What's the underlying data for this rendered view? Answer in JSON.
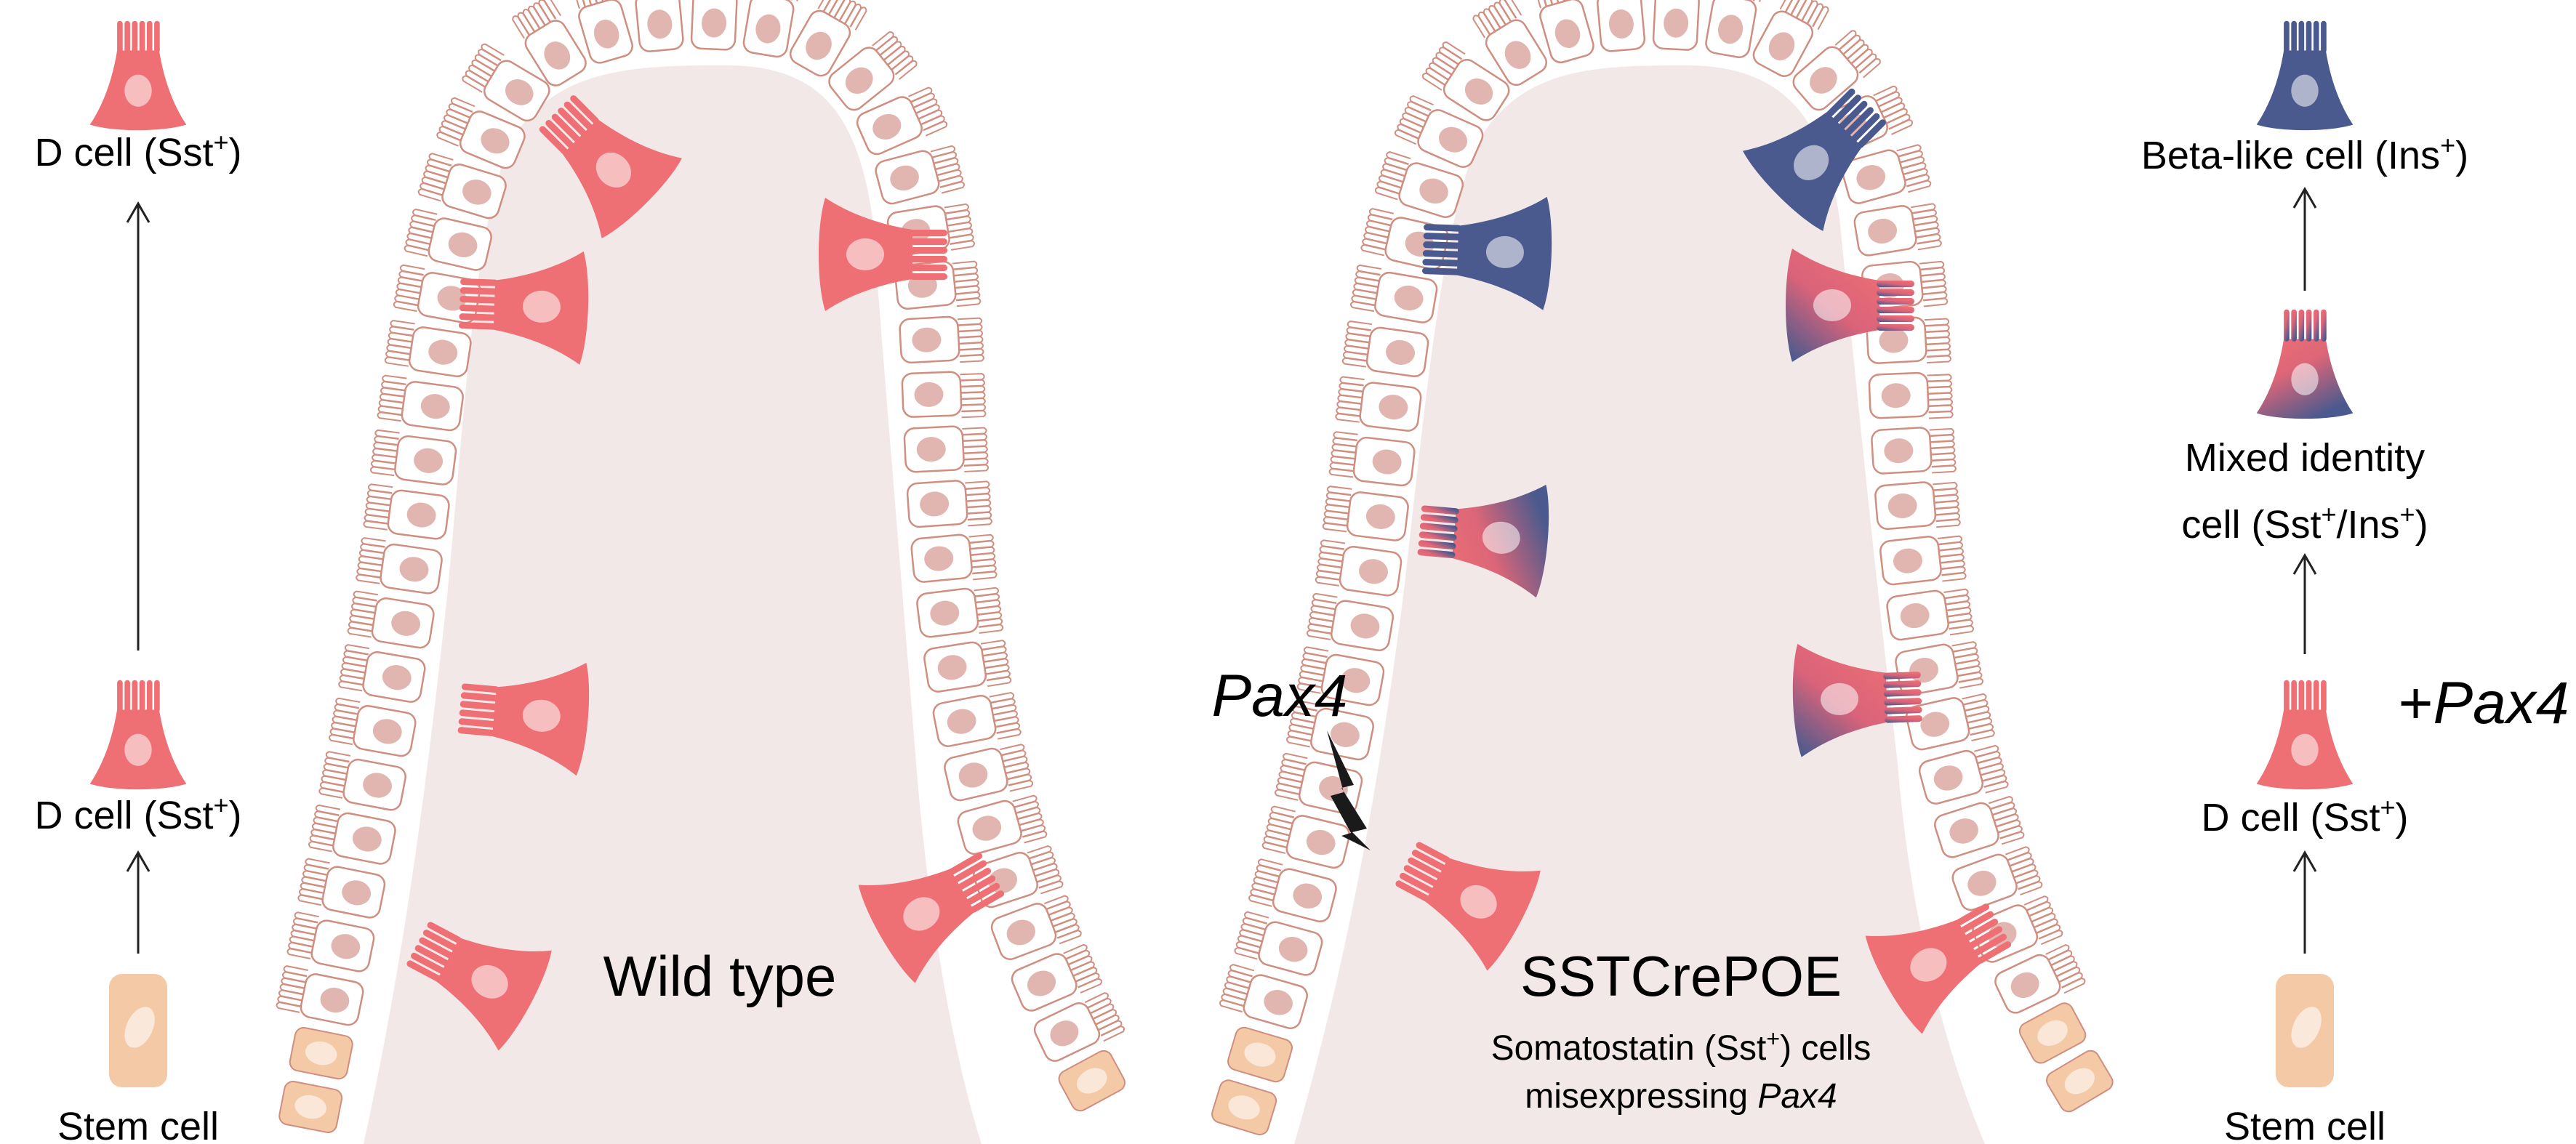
{
  "panels": {
    "wild_type": {
      "title": "Wild type",
      "lineage": {
        "top_label_main": "D cell (Sst",
        "top_label_sup": "+",
        "top_label_close": ")",
        "mid_label_main": "D cell (Sst",
        "mid_label_sup": "+",
        "mid_label_close": ")",
        "bottom_label": "Stem cell"
      }
    },
    "sstcrepoe": {
      "title": "SSTCrePOE",
      "subtitle_line1_a": "Somatostatin (Sst",
      "subtitle_line1_sup": "+",
      "subtitle_line1_b": ") cells",
      "subtitle_line2_a": "misexpressing ",
      "subtitle_line2_gene": "Pax4",
      "pax4_label": "Pax4",
      "lineage": {
        "top_label_a": "Beta-like cell (Ins",
        "top_label_sup": "+",
        "top_label_b": ")",
        "mixed_line1": "Mixed identity",
        "mixed_line2_a": "cell (Sst",
        "mixed_line2_sup1": "+",
        "mixed_line2_mid": "/Ins",
        "mixed_line2_sup2": "+",
        "mixed_line2_b": ")",
        "d_cell_a": "D cell (Sst",
        "d_cell_sup": "+",
        "d_cell_b": ")",
        "plus_sign": "+",
        "plus_gene": "Pax4",
        "bottom_label": "Stem cell"
      }
    }
  },
  "colors": {
    "lumen": "#f3e8e8",
    "enterocyte_outline": "#cf8e80",
    "enterocyte_nucleus": "#e2b6b0",
    "d_cell": "#ee6f74",
    "beta_cell": "#4a5a8e",
    "stem_cell": "#f3c9a6",
    "nucleus_light": "#ffffff"
  }
}
